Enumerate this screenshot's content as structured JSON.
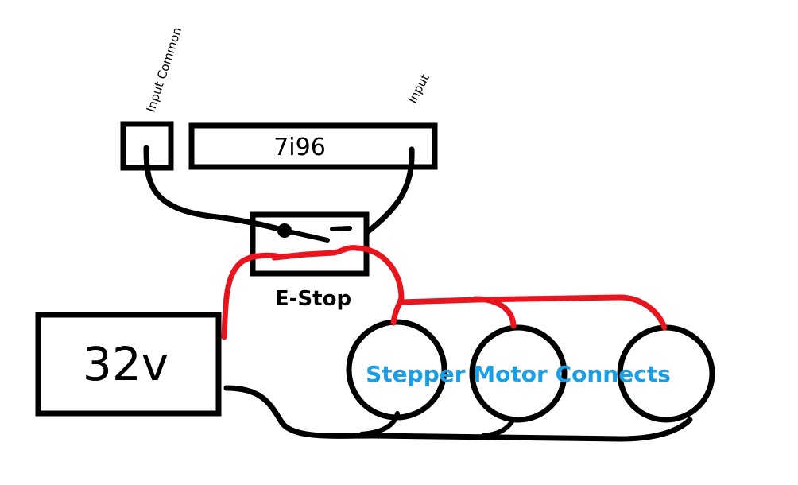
{
  "labels": {
    "input_common": "Input Common",
    "input": "Input",
    "board": "7i96",
    "estop": "E-Stop",
    "power": "32v",
    "motors": "Stepper Motor Connects"
  },
  "colors": {
    "wire_black": "#000000",
    "wire_red": "#e8141e",
    "motor_text": "#1a9ee6",
    "background": "#ffffff"
  },
  "motor_count": 3
}
